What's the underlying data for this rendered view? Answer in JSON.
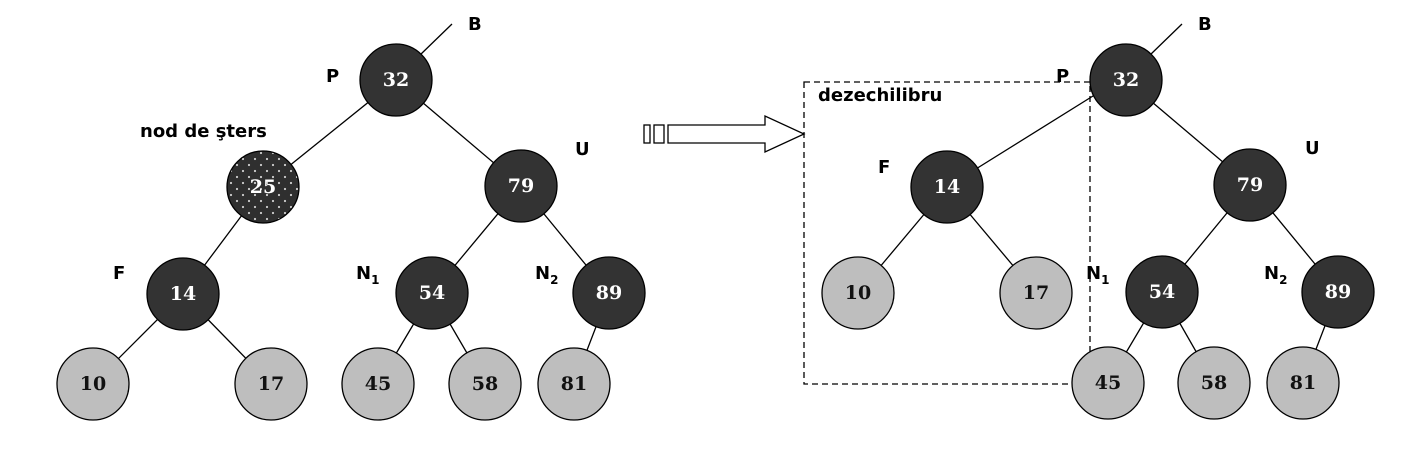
{
  "left_tree": {
    "nodes": {
      "n32": "32",
      "n25": "25",
      "n79": "79",
      "n14": "14",
      "n54": "54",
      "n89": "89",
      "n10": "10",
      "n17": "17",
      "n45": "45",
      "n58": "58",
      "n81": "81"
    },
    "labels": {
      "B": "B",
      "P": "P",
      "U": "U",
      "F": "F",
      "N1": "N",
      "N1_sub": "1",
      "N2": "N",
      "N2_sub": "2",
      "delete": "nod de şters"
    }
  },
  "right_tree": {
    "nodes": {
      "n32": "32",
      "n14": "14",
      "n79": "79",
      "n10": "10",
      "n17": "17",
      "n54": "54",
      "n89": "89",
      "n45": "45",
      "n58": "58",
      "n81": "81"
    },
    "labels": {
      "B": "B",
      "P": "P",
      "U": "U",
      "F": "F",
      "N1": "N",
      "N1_sub": "1",
      "N2": "N",
      "N2_sub": "2",
      "imbalance": "dezechilibru"
    }
  },
  "colors": {
    "dark_node": "#333333",
    "light_node": "#bebebe",
    "stroke": "#000000"
  }
}
